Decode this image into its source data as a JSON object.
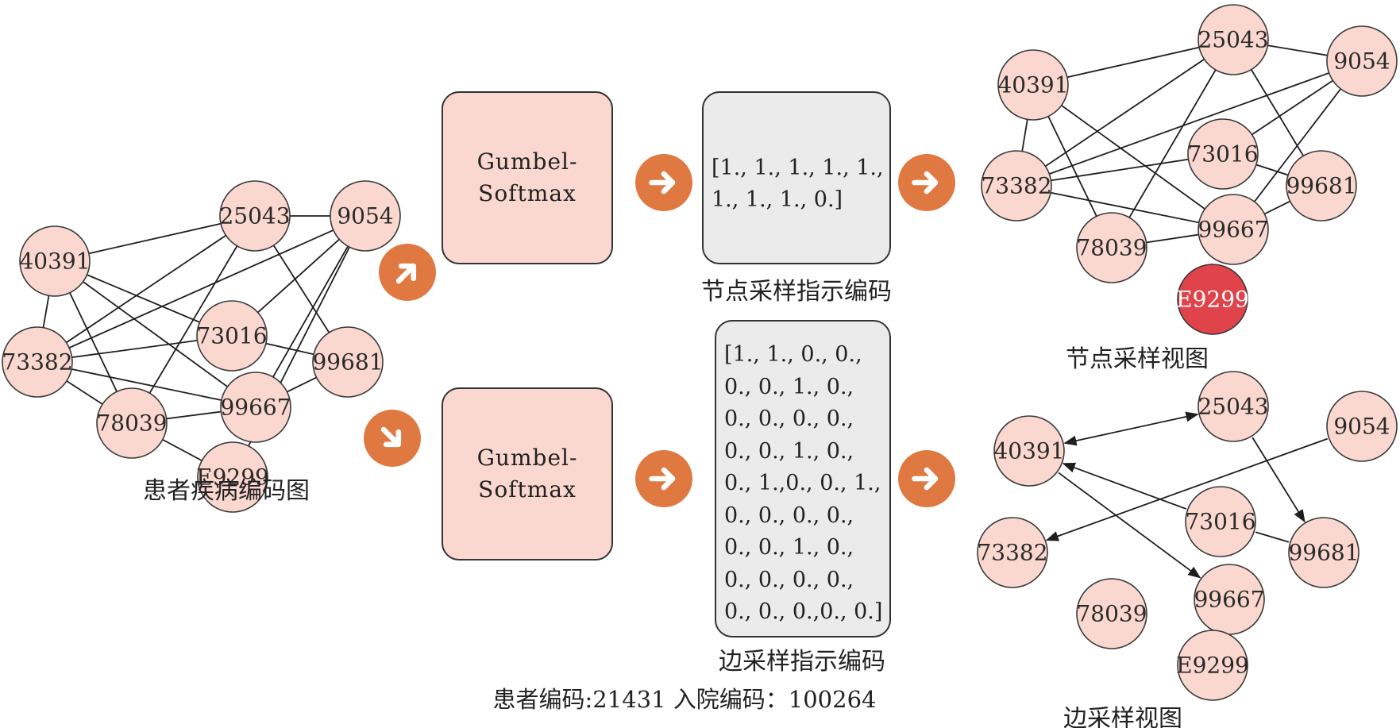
{
  "colors": {
    "node_fill": "#fad8cf",
    "node_highlight": "#e1434a",
    "arrow_circle": "#e07941",
    "gumbel_box": "#fad8cf",
    "vector_box": "#ebebeb"
  },
  "graphs": {
    "input": {
      "caption": "患者疾病编码图",
      "nodes": [
        {
          "id": "25043",
          "label": "25043"
        },
        {
          "id": "9054",
          "label": "9054"
        },
        {
          "id": "40391",
          "label": "40391"
        },
        {
          "id": "73016",
          "label": "73016"
        },
        {
          "id": "73382",
          "label": "73382"
        },
        {
          "id": "99681",
          "label": "99681"
        },
        {
          "id": "99667",
          "label": "99667"
        },
        {
          "id": "78039",
          "label": "78039"
        },
        {
          "id": "E9299",
          "label": "E9299"
        }
      ]
    },
    "node_view": {
      "caption": "节点采样视图",
      "nodes": [
        {
          "id": "25043",
          "label": "25043"
        },
        {
          "id": "9054",
          "label": "9054"
        },
        {
          "id": "40391",
          "label": "40391"
        },
        {
          "id": "73016",
          "label": "73016"
        },
        {
          "id": "73382",
          "label": "73382"
        },
        {
          "id": "99681",
          "label": "99681"
        },
        {
          "id": "99667",
          "label": "99667"
        },
        {
          "id": "78039",
          "label": "78039"
        },
        {
          "id": "E9299",
          "label": "E9299",
          "highlight": true
        }
      ]
    },
    "edge_view": {
      "caption": "边采样视图",
      "nodes": [
        {
          "id": "25043",
          "label": "25043"
        },
        {
          "id": "9054",
          "label": "9054"
        },
        {
          "id": "40391",
          "label": "40391"
        },
        {
          "id": "73016",
          "label": "73016"
        },
        {
          "id": "73382",
          "label": "73382"
        },
        {
          "id": "99681",
          "label": "99681"
        },
        {
          "id": "99667",
          "label": "99667"
        },
        {
          "id": "78039",
          "label": "78039"
        },
        {
          "id": "E9299",
          "label": "E9299"
        }
      ]
    }
  },
  "gumbel": {
    "top": {
      "line1": "Gumbel-",
      "line2": "Softmax"
    },
    "bottom": {
      "line1": "Gumbel-",
      "line2": "Softmax"
    }
  },
  "node_vector": {
    "caption": "节点采样指示编码",
    "lines": [
      "[1., 1., 1., 1., 1.,",
      "1., 1., 1., 0.]"
    ]
  },
  "edge_vector": {
    "caption": "边采样指示编码",
    "lines": [
      "[1., 1., 0., 0.,",
      "0., 0., 1., 0.,",
      "0., 0., 0., 0.,",
      "0., 0., 1., 0.,",
      "0., 1.,0., 0., 1.,",
      "0., 0., 0., 0.,",
      "0., 0., 1., 0.,",
      "0., 0., 0., 0.,",
      "0., 0., 0.,0., 0.]"
    ]
  },
  "footer": "患者编码:21431 入院编码：100264",
  "icons": {
    "arrow": "arrow-right-icon"
  }
}
